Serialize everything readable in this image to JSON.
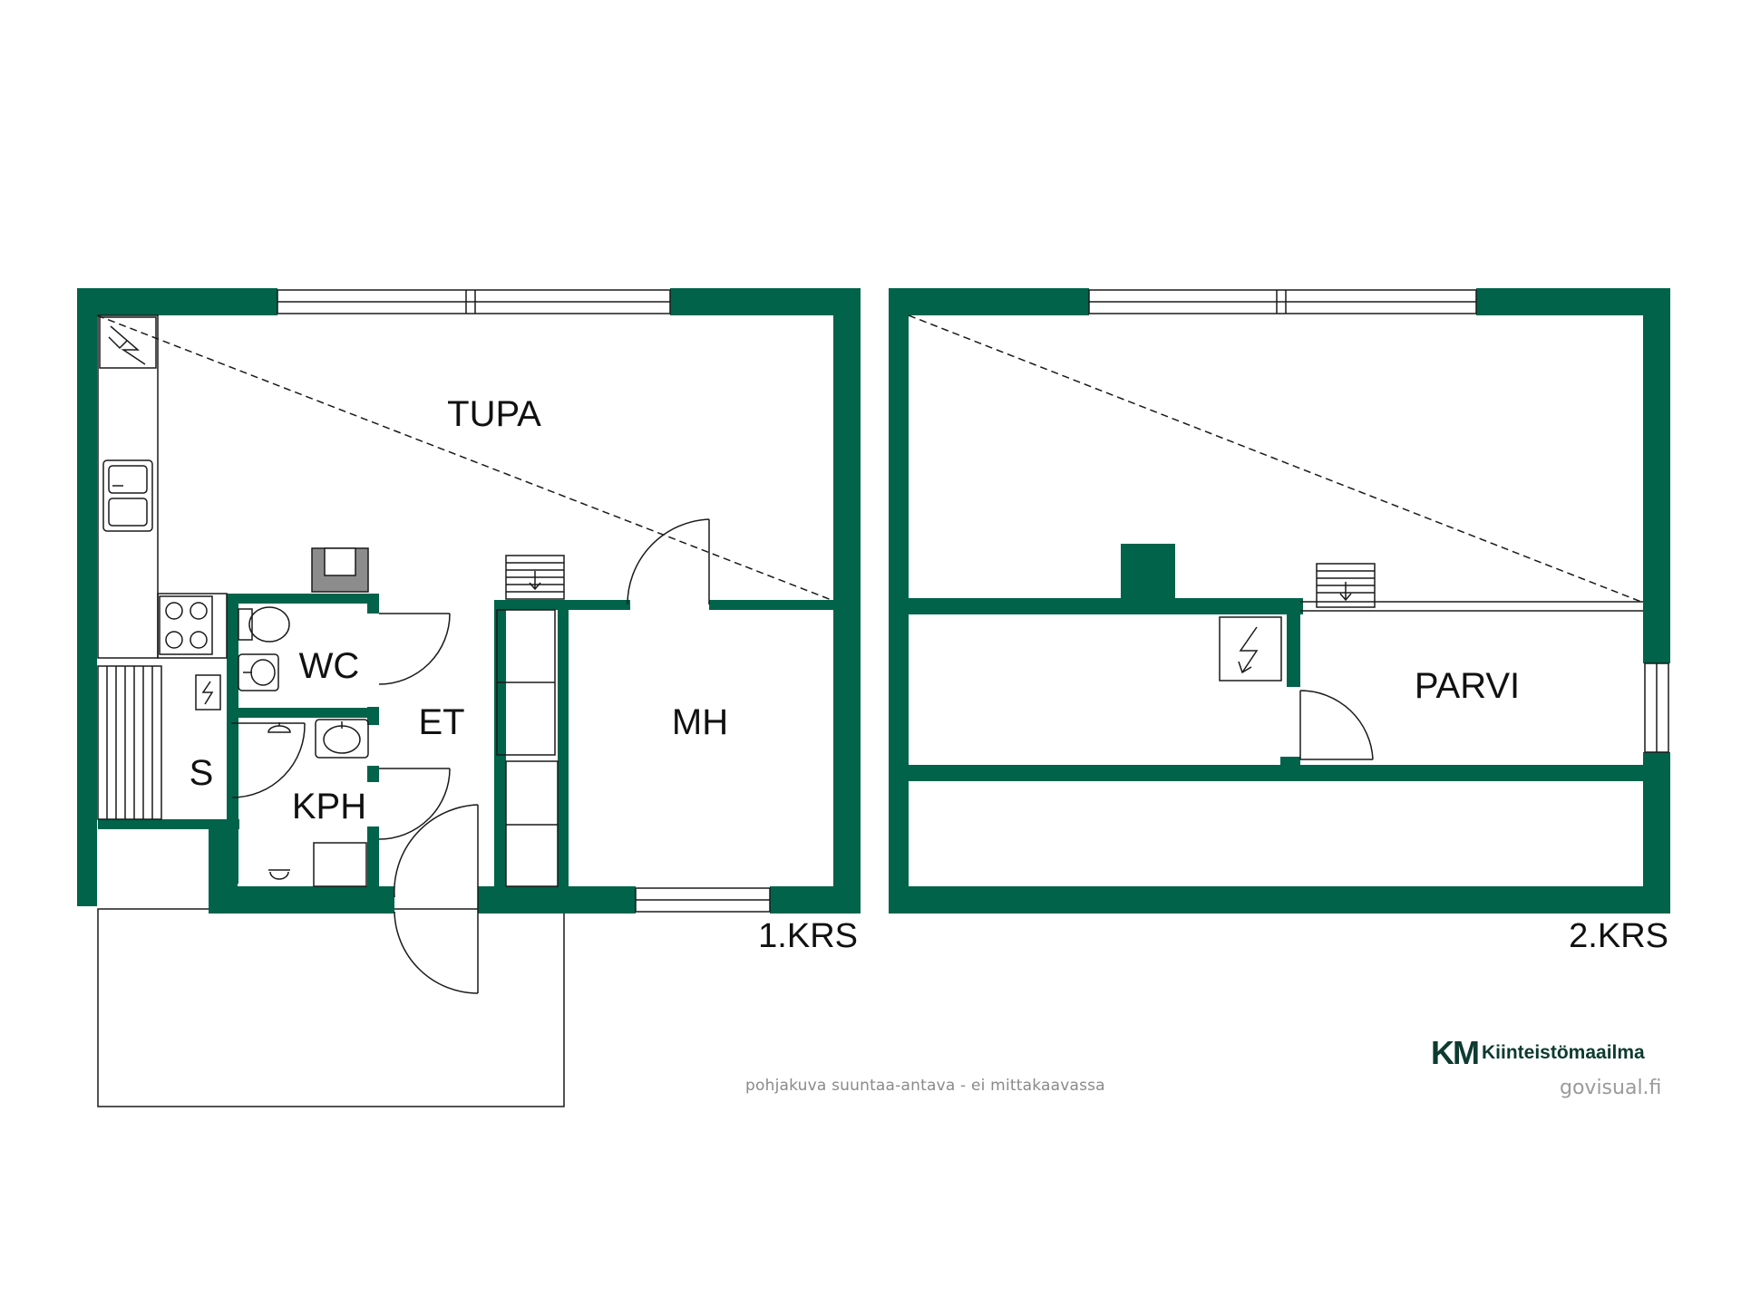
{
  "colors": {
    "wall": "#00634a",
    "line": "#1a1a1a",
    "brand_dark": "#0d3b2f",
    "brand_green": "#1fb873"
  },
  "rooms": {
    "tupa": "TUPA",
    "mh": "MH",
    "wc": "WC",
    "et": "ET",
    "kph": "KPH",
    "s": "S",
    "parvi": "PARVI"
  },
  "floors": {
    "first": "1.KRS",
    "second": "2.KRS"
  },
  "footer": {
    "note": "pohjakuva suuntaa-antava - ei mittakaavassa",
    "brand_mark": "KM",
    "brand_name": "Kiinteistömaailma",
    "credit": "govisual.fi"
  },
  "icons": [
    "electric-panel-icon",
    "sink-icon",
    "stove-icon",
    "toilet-icon",
    "washbasin-icon",
    "shower-icon",
    "stairs-icon",
    "fireplace-icon"
  ]
}
